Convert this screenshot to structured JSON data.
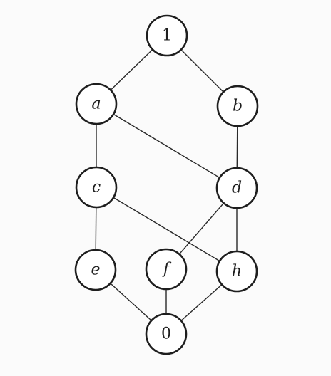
{
  "diagram": {
    "type": "hasse-lattice",
    "nodes": [
      {
        "id": "1",
        "label": "1",
        "italic": false
      },
      {
        "id": "a",
        "label": "a",
        "italic": true
      },
      {
        "id": "b",
        "label": "b",
        "italic": true
      },
      {
        "id": "c",
        "label": "c",
        "italic": true
      },
      {
        "id": "d",
        "label": "d",
        "italic": true
      },
      {
        "id": "e",
        "label": "e",
        "italic": true
      },
      {
        "id": "f",
        "label": "f",
        "italic": true
      },
      {
        "id": "h",
        "label": "h",
        "italic": true
      },
      {
        "id": "0",
        "label": "0",
        "italic": false
      }
    ],
    "edges": [
      [
        "1",
        "a"
      ],
      [
        "1",
        "b"
      ],
      [
        "a",
        "c"
      ],
      [
        "a",
        "d"
      ],
      [
        "b",
        "d"
      ],
      [
        "c",
        "e"
      ],
      [
        "c",
        "h"
      ],
      [
        "d",
        "f"
      ],
      [
        "d",
        "h"
      ],
      [
        "e",
        "0"
      ],
      [
        "f",
        "0"
      ],
      [
        "h",
        "0"
      ]
    ]
  }
}
